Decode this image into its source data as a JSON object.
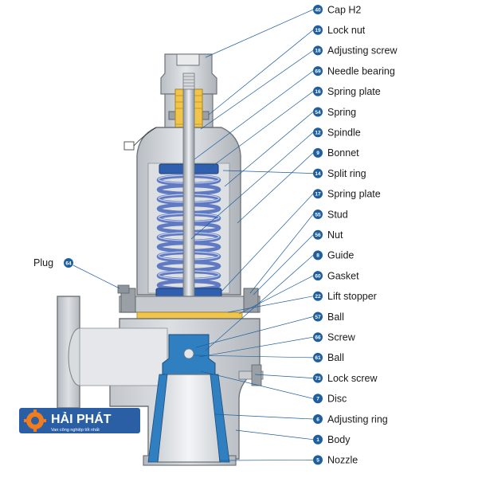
{
  "logo": {
    "brand": "HẢI PHÁT",
    "tagline": "Van công nghiệp tốt nhất"
  },
  "plug": {
    "label": "Plug",
    "number": "64"
  },
  "parts": [
    {
      "number": "40",
      "label": "Cap H2"
    },
    {
      "number": "19",
      "label": "Lock nut"
    },
    {
      "number": "18",
      "label": "Adjusting screw"
    },
    {
      "number": "69",
      "label": "Needle bearing"
    },
    {
      "number": "16",
      "label": "Spring plate"
    },
    {
      "number": "54",
      "label": "Spring"
    },
    {
      "number": "12",
      "label": "Spindle"
    },
    {
      "number": "9",
      "label": "Bonnet"
    },
    {
      "number": "14",
      "label": "Split ring"
    },
    {
      "number": "17",
      "label": "Spring plate"
    },
    {
      "number": "55",
      "label": "Stud"
    },
    {
      "number": "56",
      "label": "Nut"
    },
    {
      "number": "8",
      "label": "Guide"
    },
    {
      "number": "60",
      "label": "Gasket"
    },
    {
      "number": "22",
      "label": "Lift stopper"
    },
    {
      "number": "57",
      "label": "Ball"
    },
    {
      "number": "66",
      "label": "Screw"
    },
    {
      "number": "61",
      "label": "Ball"
    },
    {
      "number": "73",
      "label": "Lock screw"
    },
    {
      "number": "7",
      "label": "Disc"
    },
    {
      "number": "6",
      "label": "Adjusting ring"
    },
    {
      "number": "1",
      "label": "Body"
    },
    {
      "number": "5",
      "label": "Nozzle"
    }
  ],
  "colors": {
    "badge": "#1f5f9e",
    "metal": "#c9cdd2",
    "metal_dark": "#8e949b",
    "spring": "#6f86c9",
    "brass": "#f1c44a",
    "blue_part": "#2f7fc1",
    "logo_bg": "#2a5fa6",
    "logo_accent": "#f07c1e"
  }
}
